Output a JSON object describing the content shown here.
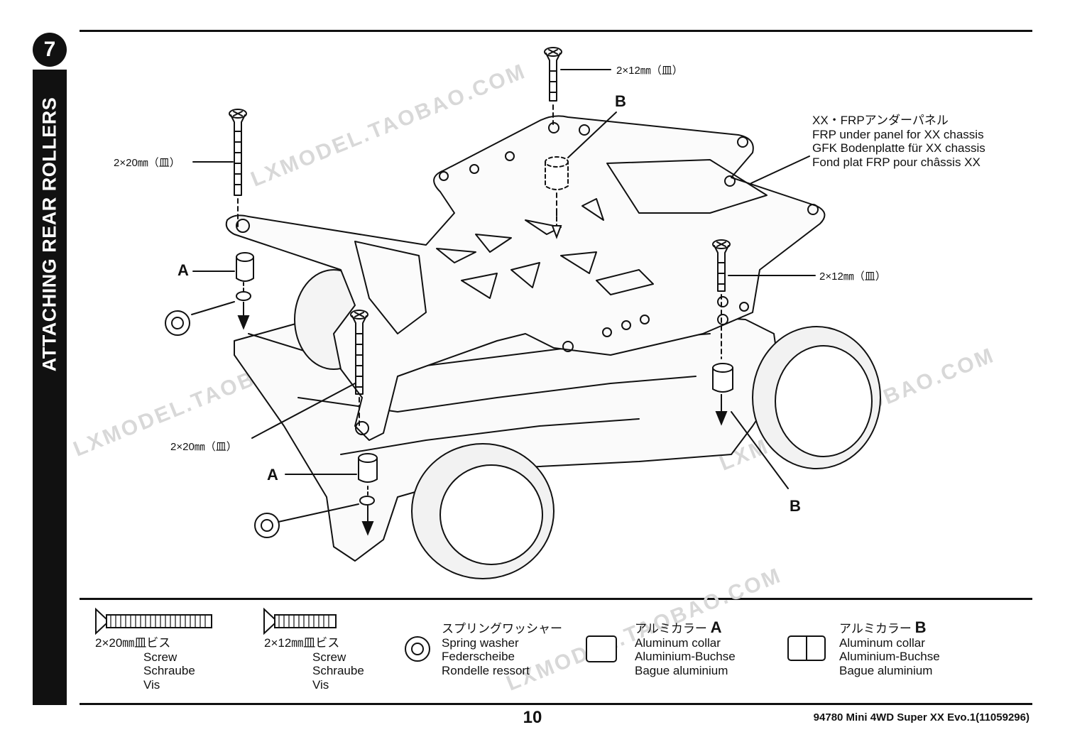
{
  "step": {
    "number": "7",
    "title": "ATTACHING REAR ROLLERS"
  },
  "diagram": {
    "callouts": {
      "screw_top": "2×12㎜（皿）",
      "screw_left_top": "2×20㎜（皿）",
      "screw_left_bottom": "2×20㎜（皿）",
      "screw_right": "2×12㎜（皿）"
    },
    "letters": {
      "b_top": "B",
      "a_upper": "A",
      "a_lower": "A",
      "b_lower": "B"
    },
    "panel_label": {
      "jp": "XX・FRPアンダーパネル",
      "en": "FRP under panel for XX chassis",
      "de": "GFK Bodenplatte für XX chassis",
      "fr": "Fond plat FRP pour châssis XX"
    },
    "watermark": "LXMODEL.TAOBAO.COM"
  },
  "legend": {
    "screw20": {
      "size": "2×20㎜皿ビス",
      "en": "Screw",
      "de": "Schraube",
      "fr": "Vis"
    },
    "screw12": {
      "size": "2×12㎜皿ビス",
      "en": "Screw",
      "de": "Schraube",
      "fr": "Vis"
    },
    "washer": {
      "jp": "スプリングワッシャー",
      "en": "Spring washer",
      "de": "Federscheibe",
      "fr": "Rondelle ressort"
    },
    "collar_a": {
      "jp": "アルミカラー",
      "letter": "A",
      "en": "Aluminum collar",
      "de": "Aluminium-Buchse",
      "fr": "Bague aluminium"
    },
    "collar_b": {
      "jp": "アルミカラー",
      "letter": "B",
      "en": "Aluminum collar",
      "de": "Aluminium-Buchse",
      "fr": "Bague aluminium"
    }
  },
  "footer": {
    "page": "10",
    "product": "94780  Mini  4WD  Super  XX  Evo.1(11059296)"
  }
}
